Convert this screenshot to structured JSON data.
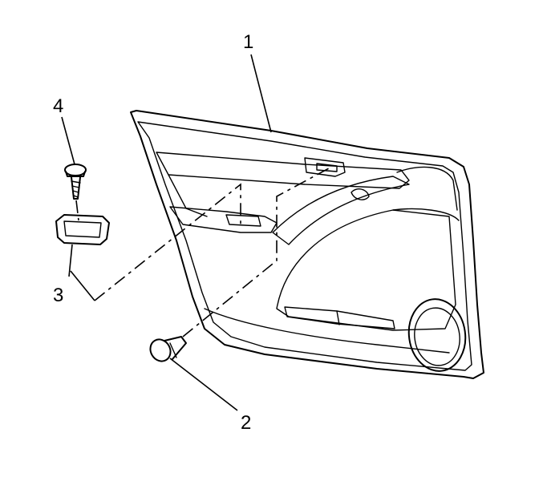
{
  "callouts": {
    "door_trim_panel": "1",
    "push_pin_retainer": "2",
    "handle_bezel": "3",
    "screw": "4"
  },
  "colors": {
    "line": "#000000",
    "background": "#ffffff"
  }
}
